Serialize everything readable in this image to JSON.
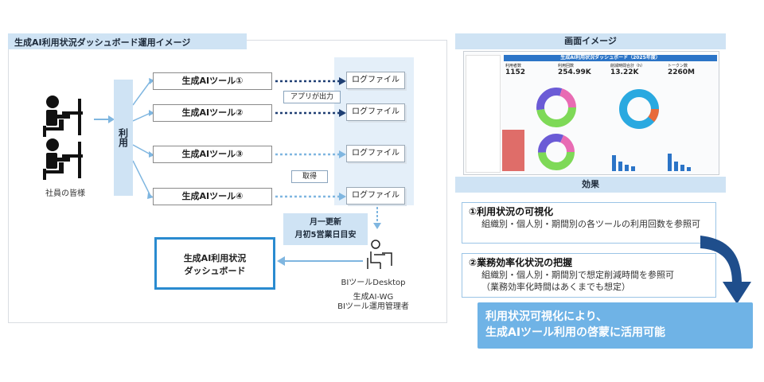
{
  "left": {
    "title": "生成AI利用状況ダッシュボード運用イメージ",
    "users_label": "社員の皆様",
    "use_label": "利用",
    "tools": [
      "生成AIツール①",
      "生成AIツール②",
      "生成AIツール③",
      "生成AIツール④"
    ],
    "log_label": "ログファイル",
    "app_output": "アプリが出力",
    "acquire": "取得",
    "update_line1": "月一更新",
    "update_line2": "月初5営業日目安",
    "dashboard_line1": "生成AI利用状況",
    "dashboard_line2": "ダッシュボード",
    "desktop_label": "BIツールDesktop",
    "admin_line1": "生成AI-WG",
    "admin_line2": "BIツール運用管理者"
  },
  "right": {
    "screen_title": "画面イメージ",
    "effect_title": "効果",
    "shot_banner": "生成AI利用状況ダッシュボード（2025年度）",
    "kpi": [
      {
        "label": "利用者数",
        "value": "1152"
      },
      {
        "label": "利用回数",
        "value": "254.99K"
      },
      {
        "label": "削減時間合計（h）",
        "value": "13.22K"
      },
      {
        "label": "トークン数",
        "value": "2260M"
      }
    ],
    "effect1_title": "①利用状況の可視化",
    "effect1_desc": "組織別・個人別・期間別の各ツールの利用回数を参照可",
    "effect2_title": "②業務効率化状況の把握",
    "effect2_desc1": "組織別・個人別・期間別で想定削減時間を参照可",
    "effect2_desc2": "（業務効率化時間はあくまでも想定）",
    "result_line1": "利用状況可視化により、",
    "result_line2": "生成AIツール利用の啓蒙に活用可能"
  },
  "colors": {
    "accent": "#2a8bd0",
    "light_blue": "#cfe3f4",
    "result_bg": "#6fb3e6",
    "arrow_navy": "#1f4e8c"
  }
}
